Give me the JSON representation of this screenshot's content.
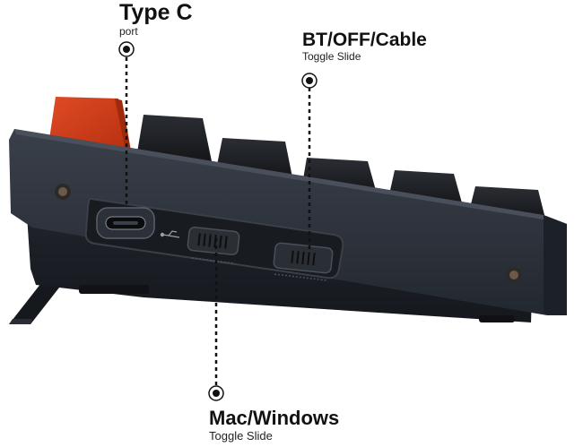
{
  "callouts": {
    "type_c": {
      "title": "Type C",
      "subtitle": "port"
    },
    "bt_toggle": {
      "title": "BT/OFF/Cable",
      "subtitle": "Toggle Slide"
    },
    "os_toggle": {
      "title": "Mac/Windows",
      "subtitle": "Toggle Slide"
    }
  },
  "colors": {
    "accent_key": "#d9401d",
    "key_dark": "#1d1f24",
    "case": "#262b33",
    "leader": "#111111"
  },
  "icons": {
    "usb": "usb-icon"
  }
}
